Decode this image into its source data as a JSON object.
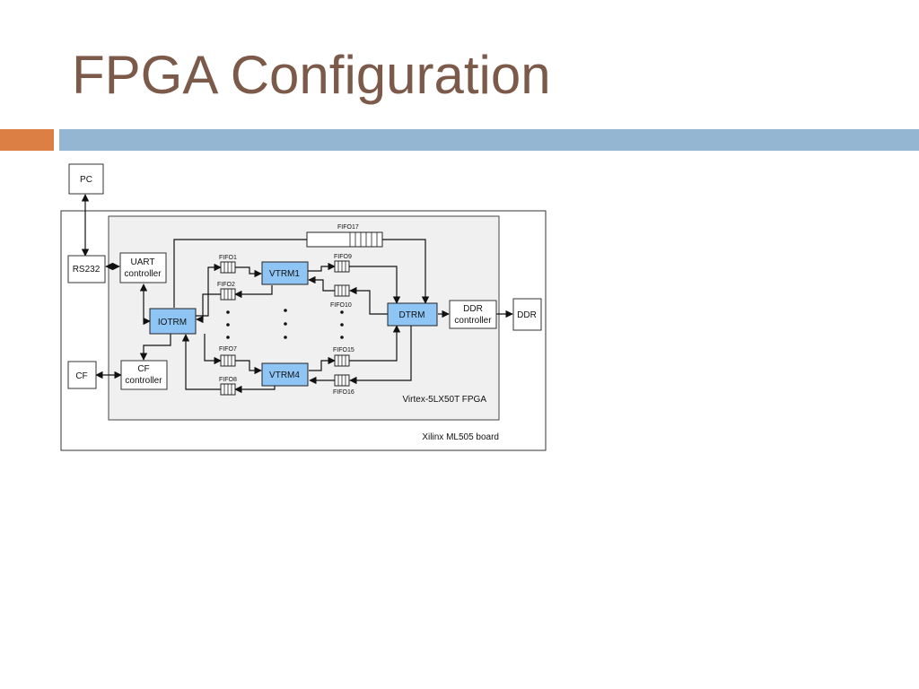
{
  "slide": {
    "title": "FPGA Configuration"
  },
  "diagram": {
    "board_label": "Xilinx ML505 board",
    "fpga_label": "Virtex-5LX50T FPGA",
    "blocks": {
      "pc": "PC",
      "rs232": "RS232",
      "cf": "CF",
      "uart_line1": "UART",
      "uart_line2": "controller",
      "cfctl_line1": "CF",
      "cfctl_line2": "controller",
      "iotrm": "IOTRM",
      "vtrm1": "VTRM1",
      "vtrm4": "VTRM4",
      "dtrm": "DTRM",
      "ddrctl_line1": "DDR",
      "ddrctl_line2": "controller",
      "ddr": "DDR"
    },
    "fifos": {
      "fifo1": "FIFO1",
      "fifo2": "FIFO2",
      "fifo7": "FIFO7",
      "fifo8": "FIFO8",
      "fifo9": "FIFO9",
      "fifo10": "FIFO10",
      "fifo15": "FIFO15",
      "fifo16": "FIFO16",
      "fifo17": "FIFO17"
    },
    "colors": {
      "module_fill": "#8ec5f5",
      "fpga_fill": "#f0f0f0",
      "line": "#111111"
    }
  }
}
